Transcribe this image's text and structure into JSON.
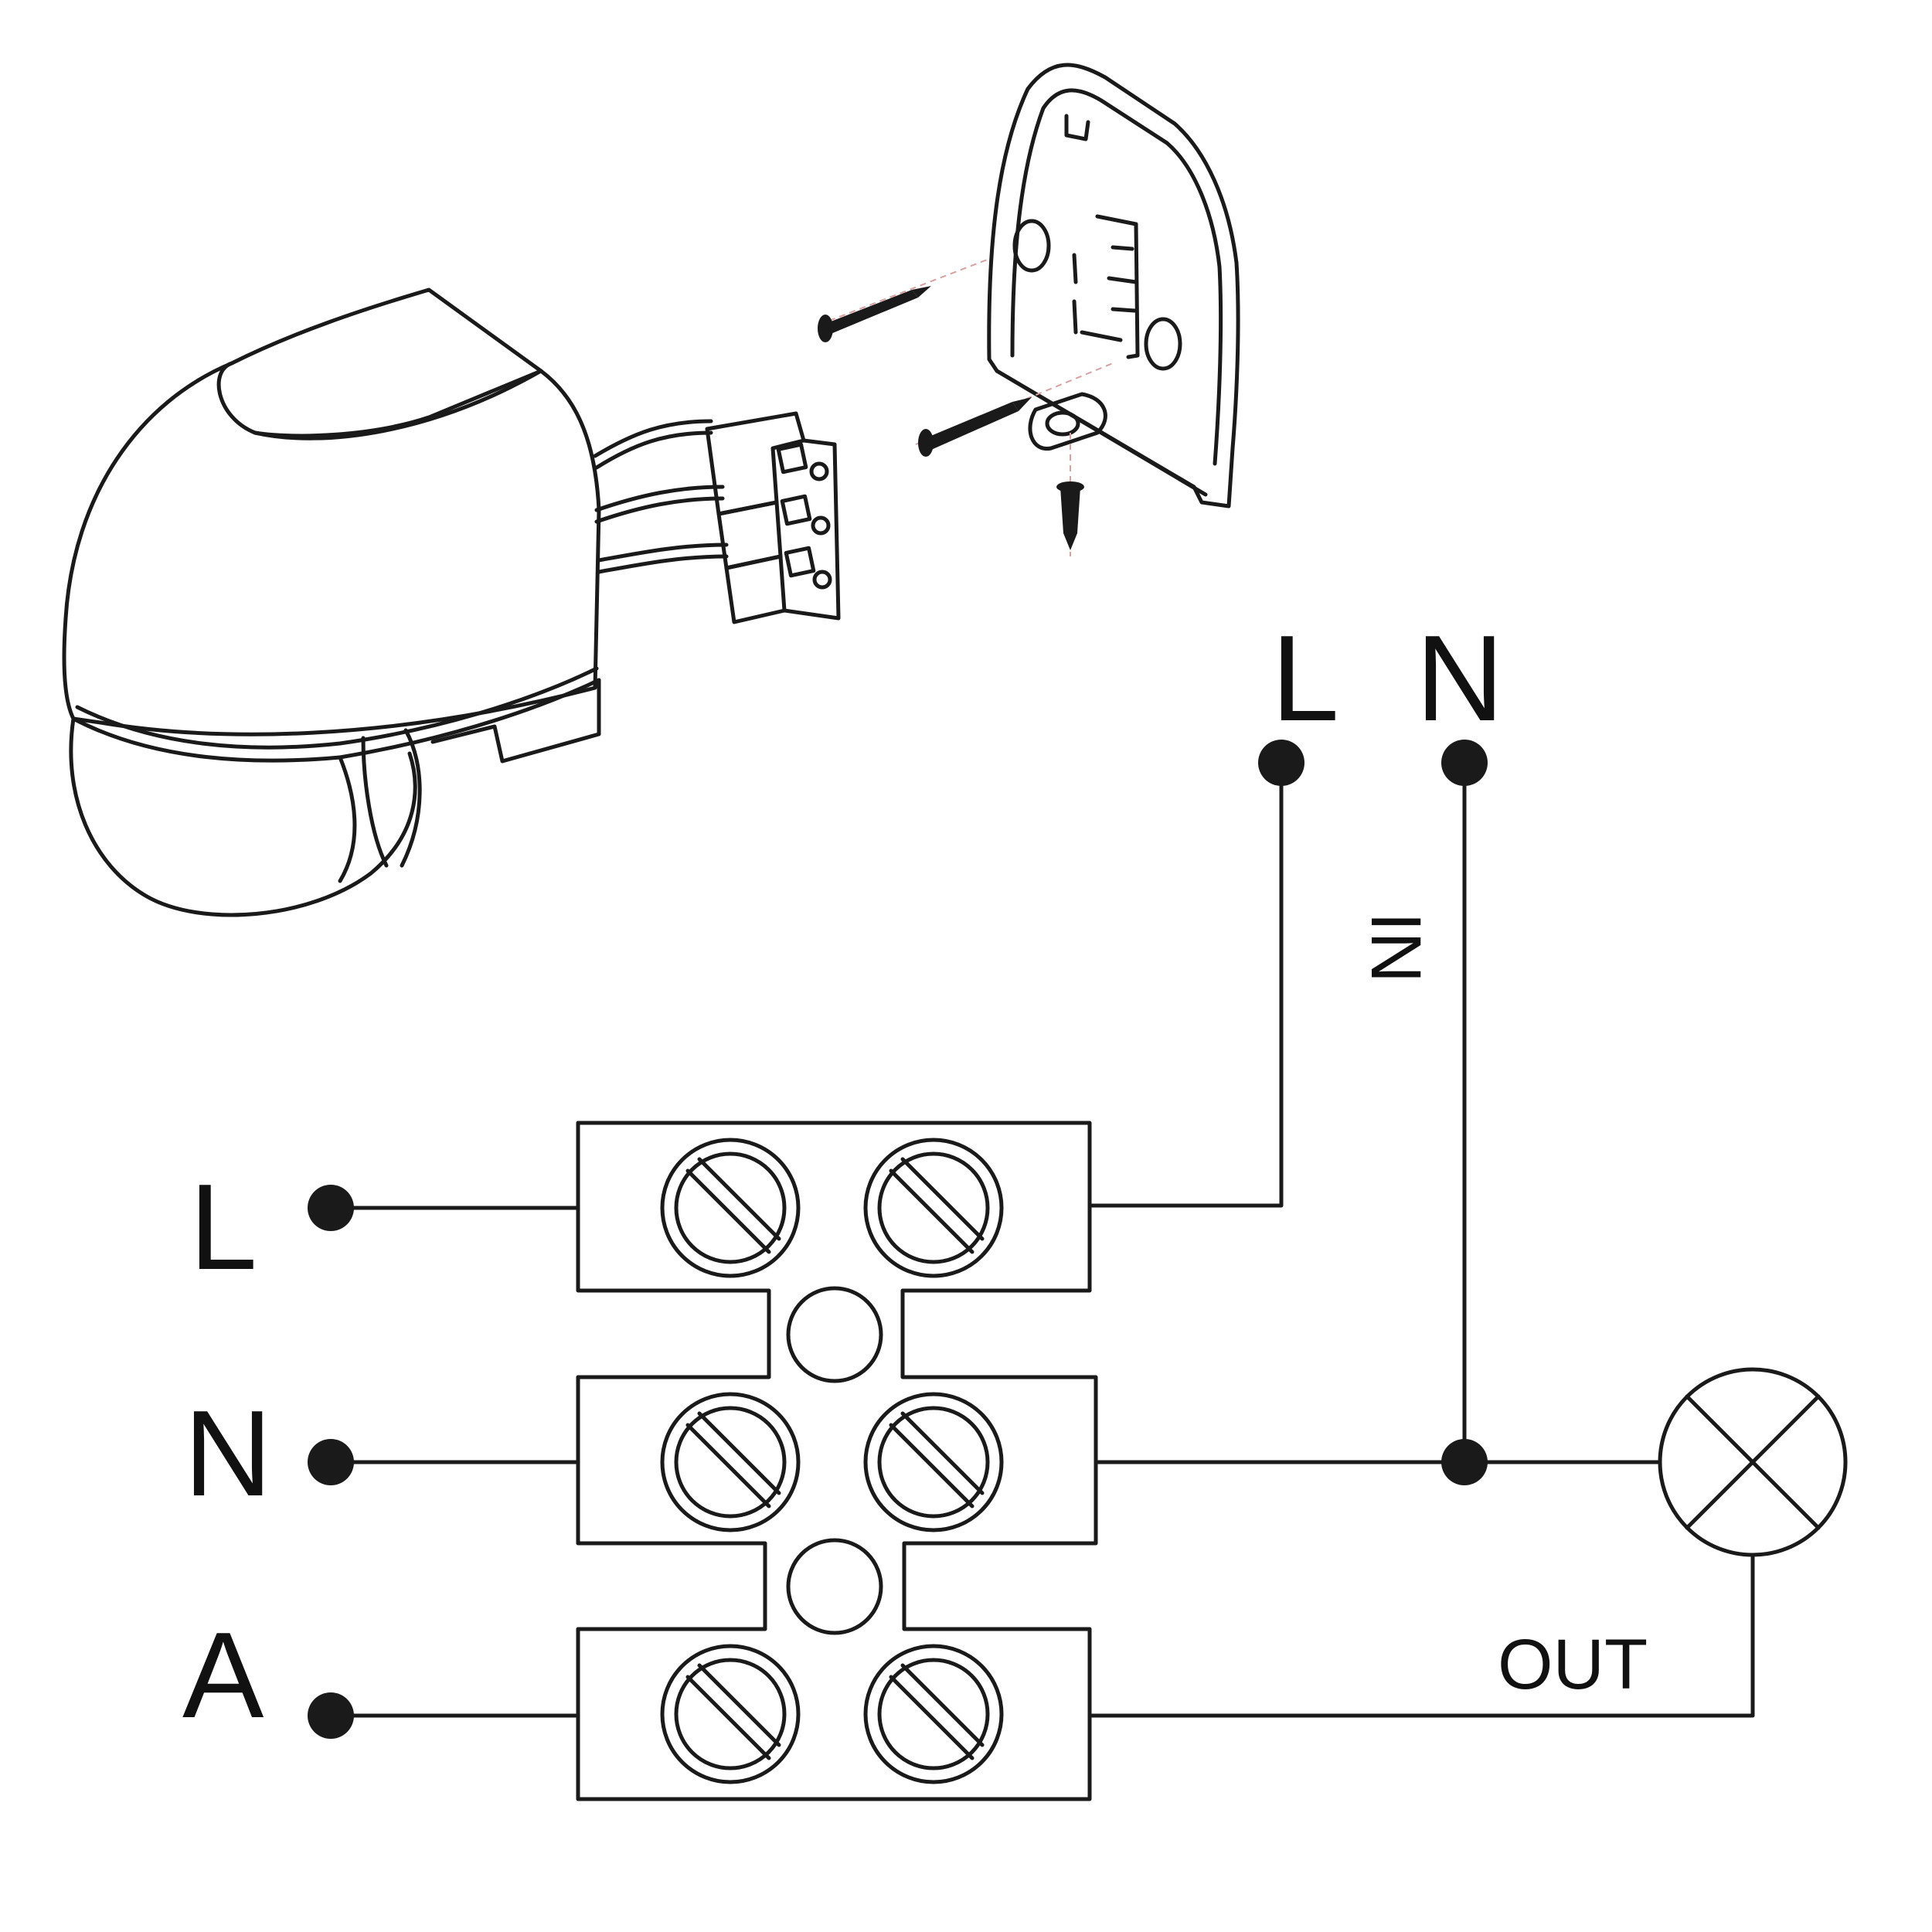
{
  "colors": {
    "background": "#ffffff",
    "line": "#1a1a1a",
    "screw_axis": "#d9a0a0"
  },
  "icons": {
    "sensor": "motion-sensor-illustration",
    "bracket": "wall-mounting-bracket",
    "screws": "mounting-screw",
    "terminal_block": "three-way-terminal-block",
    "lamp": "lamp-symbol"
  },
  "supply": {
    "l_label": "L",
    "n_label": "N",
    "in_label": "IN"
  },
  "terminals": {
    "row1_label": "L",
    "row2_label": "N",
    "row3_label": "A"
  },
  "output": {
    "out_label": "OUT"
  }
}
